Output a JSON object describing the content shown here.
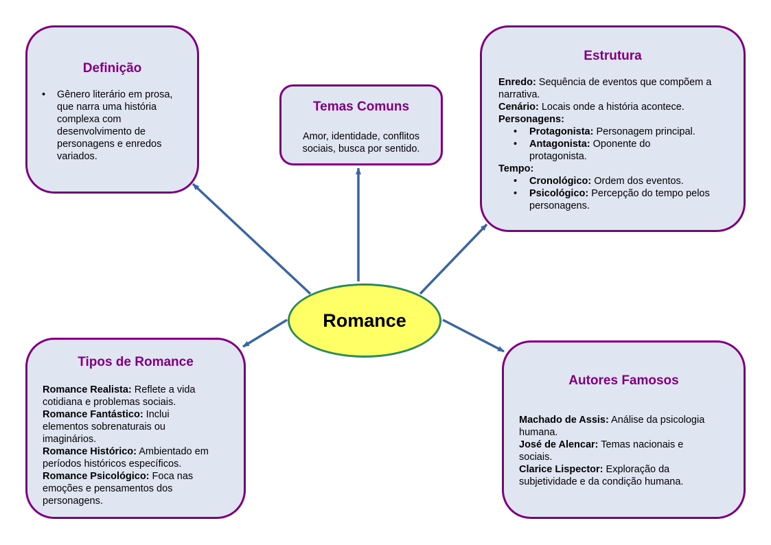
{
  "center": {
    "label": "Romance"
  },
  "definicao": {
    "title": "Definição",
    "bullets": [
      "Gênero literário em prosa, que narra uma história complexa com desenvolvimento de personagens e enredos variados."
    ]
  },
  "temas": {
    "title": "Temas Comuns",
    "text": "Amor, identidade, conflitos sociais, busca por sentido."
  },
  "estrutura": {
    "title": "Estrutura",
    "enredo": {
      "label": "Enredo:",
      "text": " Sequência de eventos que compõem a narrativa."
    },
    "cenario": {
      "label": "Cenário:",
      "text": " Locais onde a história acontece."
    },
    "personagens": {
      "label": "Personagens:",
      "items": [
        {
          "label": "Protagonista:",
          "text": " Personagem principal."
        },
        {
          "label": "Antagonista:",
          "text": " Oponente do protagonista."
        }
      ]
    },
    "tempo": {
      "label": "Tempo:",
      "items": [
        {
          "label": "Cronológico:",
          "text": " Ordem dos eventos."
        },
        {
          "label": "Psicológico:",
          "text": " Percepção do tempo pelos personagens."
        }
      ]
    }
  },
  "tipos": {
    "title": "Tipos de Romance",
    "items": [
      {
        "label": "Romance Realista:",
        "text": " Reflete a vida cotidiana e problemas sociais."
      },
      {
        "label": "Romance Fantástico:",
        "text": " Inclui elementos sobrenaturais ou imaginários."
      },
      {
        "label": "Romance Histórico:",
        "text": " Ambientado em períodos históricos específicos."
      },
      {
        "label": "Romance Psicológico:",
        "text": " Foca nas emoções e pensamentos dos personagens."
      }
    ]
  },
  "autores": {
    "title": "Autores Famosos",
    "items": [
      {
        "label": "Machado de Assis:",
        "text": " Análise da psicologia humana."
      },
      {
        "label": "José de Alencar:",
        "text": " Temas nacionais e sociais."
      },
      {
        "label": "Clarice Lispector:",
        "text": " Exploração da subjetividade e da condição humana."
      }
    ]
  },
  "colors": {
    "box_border": "#800080",
    "box_fill": "#dfe6f1",
    "center_fill": "#ffff66",
    "center_border": "#2e8b57",
    "arrow": "#3a66a0"
  }
}
